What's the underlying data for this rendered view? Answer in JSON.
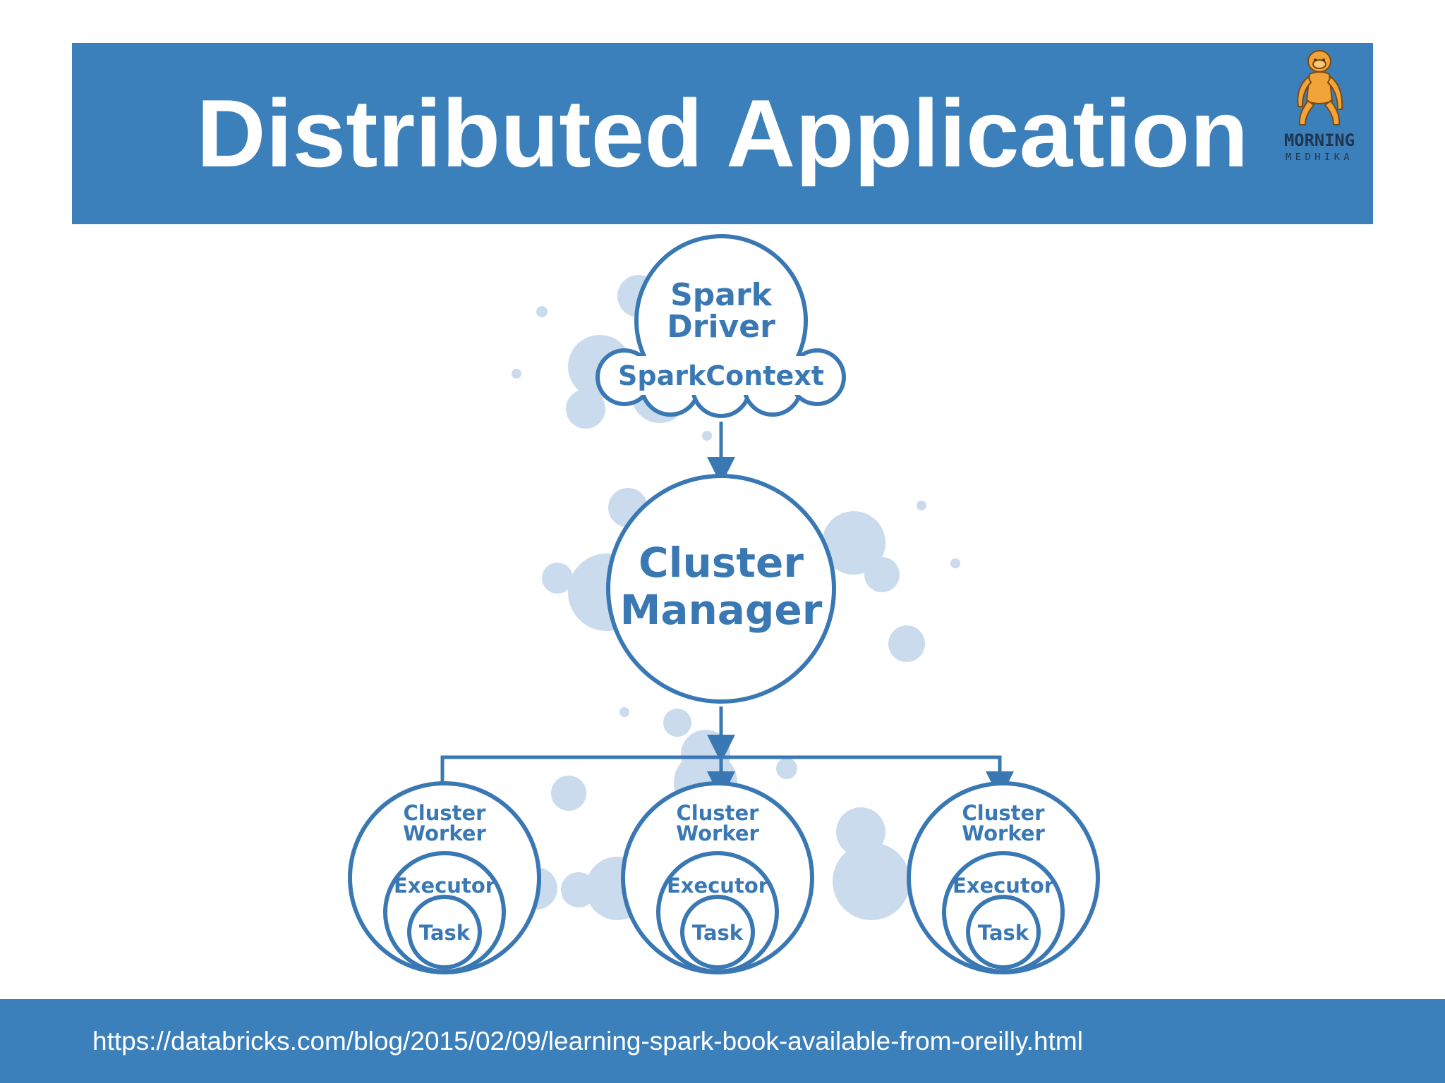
{
  "title": "Distributed Application",
  "logo": {
    "icon": "morning-monkey-logo-icon",
    "wordmark": "MORNING",
    "sub_wordmark": "MEDHIKA"
  },
  "diagram": {
    "driver": {
      "line1": "Spark",
      "line2": "Driver",
      "context": "SparkContext"
    },
    "manager": {
      "line1": "Cluster",
      "line2": "Manager"
    },
    "workers": [
      {
        "line1": "Cluster",
        "line2": "Worker",
        "executor": "Executor",
        "task": "Task"
      },
      {
        "line1": "Cluster",
        "line2": "Worker",
        "executor": "Executor",
        "task": "Task"
      },
      {
        "line1": "Cluster",
        "line2": "Worker",
        "executor": "Executor",
        "task": "Task"
      }
    ],
    "colors": {
      "stroke": "#3a78b4",
      "bubble": "#b9cfe8"
    }
  },
  "footer": {
    "url": "https://databricks.com/blog/2015/02/09/learning-spark-book-available-from-oreilly.html"
  },
  "colors": {
    "bar": "#3c80bb",
    "title_text": "#ffffff"
  }
}
